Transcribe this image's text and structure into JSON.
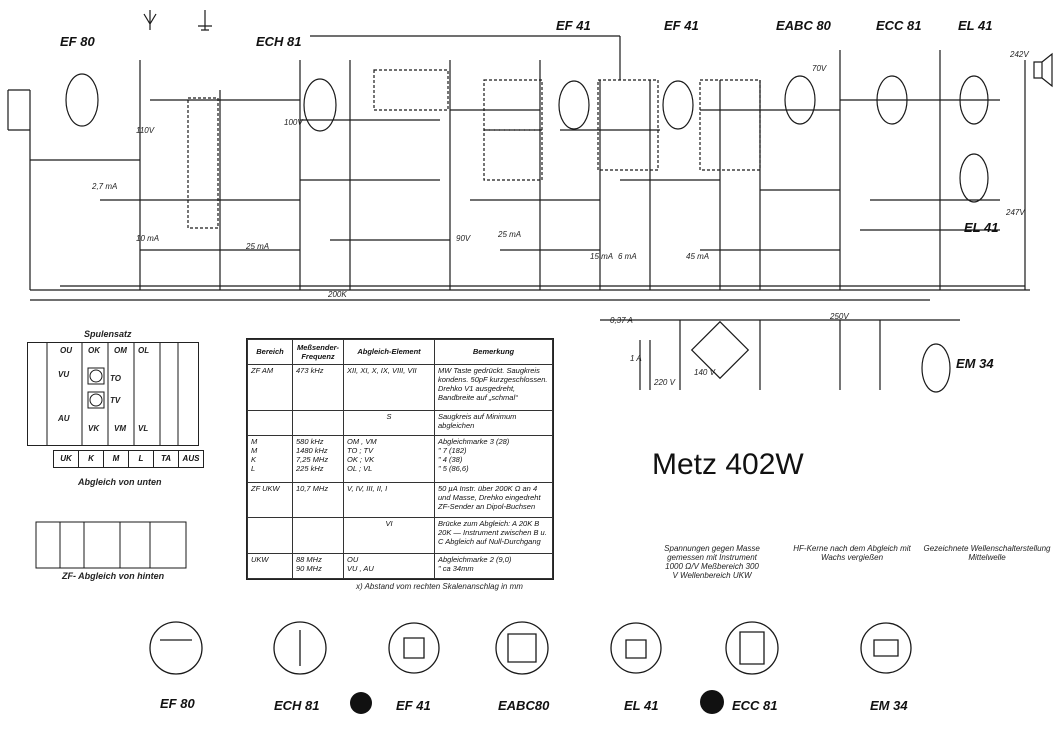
{
  "document": {
    "title": "Metz 402W"
  },
  "tubes_top": [
    "EF 80",
    "ECH 81",
    "EF 41",
    "EF 41",
    "EABC 80",
    "ECC 81",
    "EL 41"
  ],
  "tube_right_lower": "EL 41",
  "tube_em": "EM 34",
  "tubes_bottom": [
    "EF 80",
    "ECH 81",
    "EF 41",
    "EABC80",
    "EL 41",
    "ECC 81",
    "EM 34"
  ],
  "coil_set": {
    "title": "Spulensatz",
    "top_labels": [
      "OU",
      "OK",
      "OM",
      "OL"
    ],
    "side_labels": [
      "VU",
      "AU"
    ],
    "mid_labels": [
      "TO",
      "TV"
    ],
    "bottom_labels": [
      "VK",
      "VM",
      "VL"
    ],
    "buttons": [
      "UK",
      "K",
      "M",
      "L",
      "TA",
      "AUS"
    ],
    "caption": "Abgleich von unten"
  },
  "zf_caption": "ZF- Abgleich von hinten",
  "table": {
    "headers": [
      "Bereich",
      "Meßsender-Frequenz",
      "Abgleich-Element",
      "Bemerkung"
    ],
    "rows": [
      {
        "bereich": "ZF AM",
        "freq": "473 kHz",
        "element": "XII, XI, X, IX, VIII, VII",
        "bem": "MW Taste gedrückt. Saugkreis kondens. 50pF kurzgeschlossen. Drehko V1 ausgedreht, Bandbreite auf „schmal“"
      },
      {
        "bereich": "",
        "freq": "",
        "element": "S",
        "bem": "Saugkreis auf Minimum abgleichen"
      },
      {
        "bereich": "M\nM\nK\nL",
        "freq": "580 kHz\n1480 kHz\n7,25 MHz\n225 kHz",
        "element": "OM , VM\nTO ; TV\nOK ; VK\nOL ; VL",
        "bem": "Abgleichmarke 3 (28)\n\" 7 (182)\n\" 4 (38)\n\" 5 (86,6)"
      },
      {
        "bereich": "ZF UKW",
        "freq": "10,7 MHz",
        "element": "V, IV, III, II, I",
        "bem": "50 µA Instr. über 200K Ω an 4 und Masse, Drehko eingedreht ZF-Sender an Dipol-Buchsen"
      },
      {
        "bereich": "",
        "freq": "",
        "element": "VI",
        "bem": "Brücke zum Abgleich: A 20K B 20K — Instrument zwischen B u. C Abgleich auf Null-Durchgang"
      },
      {
        "bereich": "UKW",
        "freq": "88 MHz\n90 MHz",
        "element": "OU\nVU , AU",
        "bem": "Abgleichmarke 2 (9,0)\n\" ca 34mm"
      }
    ],
    "footnote": "x) Abstand vom rechten Skalenanschlag in mm"
  },
  "notes": [
    "Spannungen gegen Masse gemessen mit Instrument 1000 Ω/V Meßbereich 300 V Wellenbereich UKW",
    "HF-Kerne nach dem Abgleich mit Wachs vergießen",
    "Gezeichnete Wellenschalterstellung Mittelwelle"
  ],
  "currents": [
    "2,7 mA",
    "10 mA",
    "25 mA",
    "25 mA",
    "15 mA",
    "6 mA",
    "45 mA"
  ],
  "voltages": [
    "70V",
    "100V",
    "90V",
    "110V",
    "242V",
    "250V",
    "247V"
  ],
  "power_labels": [
    "0,37 A",
    "1 A",
    "220 V",
    "140 V"
  ],
  "resistor_bus": "200K"
}
